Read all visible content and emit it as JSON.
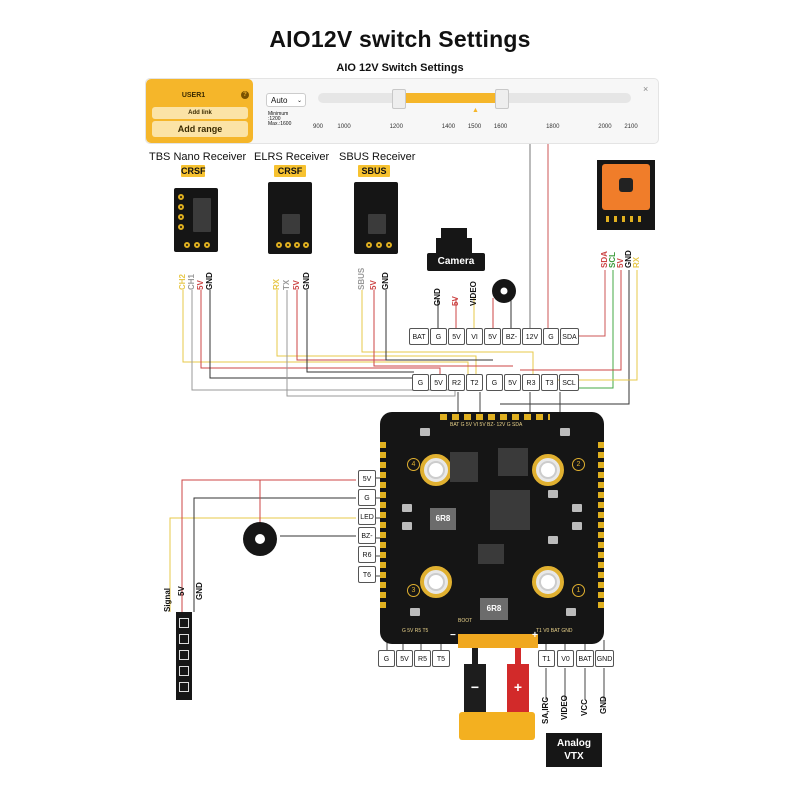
{
  "title": "AIO12V switch Settings",
  "panel": {
    "title": "AIO 12V Switch Settings",
    "user_label": "USER1",
    "user_icon": "?",
    "add_link": "Add link",
    "add_range": "Add range",
    "mode": "Auto",
    "minimum_label": "Minimum",
    "min_value": ":1200",
    "max_value": "Max.:1600",
    "close": "×",
    "scale_ticks": [
      "900",
      "1000",
      "1200",
      "1400",
      "1500",
      "1600",
      "1800",
      "2000",
      "2100"
    ],
    "range_min": 1200,
    "range_max": 1600,
    "marker_value": 1500,
    "accent_color": "#f5b62a"
  },
  "receivers": [
    {
      "name": "TBS Nano Receiver",
      "protocol": "CRSF",
      "pins": [
        "CH2",
        "CH1",
        "5V",
        "GND"
      ]
    },
    {
      "name": "ELRS Receiver",
      "protocol": "CRSF",
      "pins": [
        "RX",
        "TX",
        "5V",
        "GND"
      ]
    },
    {
      "name": "SBUS Receiver",
      "protocol": "SBUS",
      "pins": [
        "SBUS",
        "5V",
        "GND"
      ]
    }
  ],
  "camera": {
    "label": "Camera",
    "pins": [
      "GND",
      "5V",
      "VIDEO"
    ]
  },
  "gps_pins": [
    "SDA",
    "SCL",
    "5V",
    "GND",
    "RX"
  ],
  "top_row_pins": [
    "BAT",
    "G",
    "5V",
    "VI",
    "5V",
    "BZ-",
    "12V",
    "G",
    "SDA"
  ],
  "mid_row_pins": [
    "G",
    "5V",
    "R2",
    "T2",
    "G",
    "5V",
    "R3",
    "T3",
    "SCL"
  ],
  "left_pins": [
    "5V",
    "G",
    "LED",
    "BZ-",
    "R6",
    "T6"
  ],
  "led_labels": [
    "Signal",
    "5V",
    "GND"
  ],
  "bottom_left_pins": [
    "G",
    "5V",
    "R5",
    "T5"
  ],
  "bottom_right_pins": [
    "T1",
    "V0",
    "BAT",
    "GND"
  ],
  "vtx": {
    "label_line1": "Analog",
    "label_line2": "VTX",
    "pins": [
      "SA,IRC",
      "VIDEO",
      "VCC",
      "GND"
    ]
  },
  "battery": {
    "positive": "+",
    "negative": "−"
  },
  "esc": {
    "top_silk": "BAT G 5V VI 5V BZ- 12V G SDA",
    "bottom_silk_left": "G  5V  R5  T5",
    "bottom_silk_right": "T1  V0  BAT  GND",
    "boot": "BOOT",
    "inductor1": "6R8",
    "inductor2": "6R8",
    "minus": "−",
    "plus": "+",
    "motors": [
      "4",
      "2",
      "3",
      "1"
    ]
  }
}
